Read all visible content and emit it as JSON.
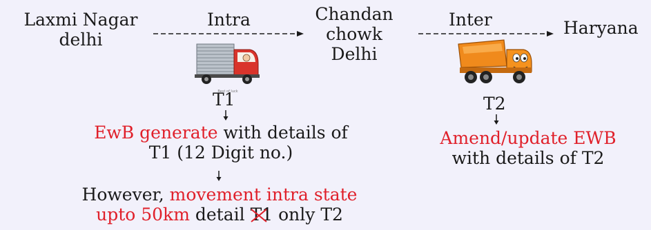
{
  "origin": {
    "line1": "Laxmi Nagar",
    "line2": "delhi"
  },
  "intra_label": "Intra",
  "midpoint": {
    "line1": "Chandan",
    "line2": "chowk",
    "line3": "Delhi"
  },
  "inter_label": "Inter",
  "destination": "Haryana",
  "truck1": {
    "label": "T1",
    "icon": "delivery-truck-cartoon-icon",
    "caption": "Best of luck"
  },
  "truck2": {
    "label": "T2",
    "icon": "dump-truck-cartoon-icon"
  },
  "t1_note": {
    "highlight": "EwB generate",
    "rest1": " with details of",
    "line2": "T1 (12 Digit no.)"
  },
  "however_note": {
    "prefix": "However, ",
    "highlight1": "movement intra state",
    "highlight2": "upto 50km",
    "mid": " detail ",
    "struck": "T1",
    "suffix": " only T2"
  },
  "t2_note": {
    "highlight": "Amend/update EWB",
    "line2": "with details of T2"
  },
  "colors": {
    "highlight": "#e0202a",
    "background": "#f2f1fb",
    "text": "#1a1a1a"
  }
}
